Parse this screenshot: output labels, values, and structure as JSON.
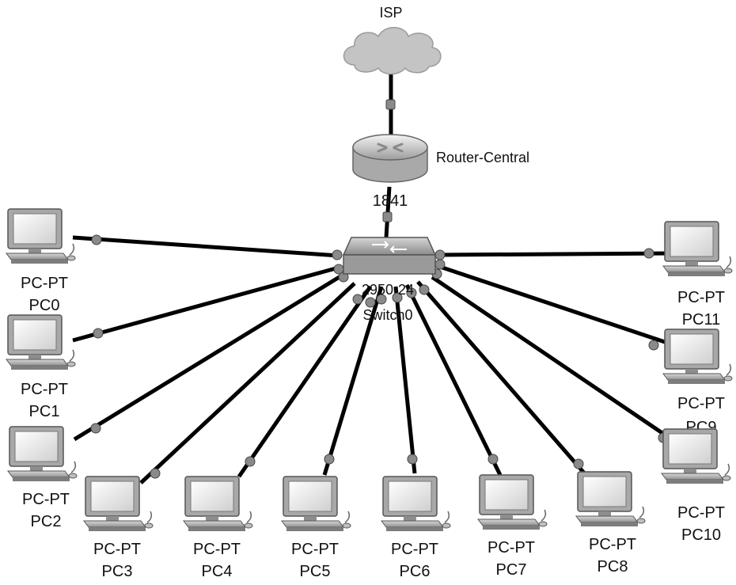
{
  "diagram": {
    "isp_label": "ISP",
    "router": {
      "name": "Router-Central",
      "model": "1841"
    },
    "switch": {
      "model": "2950-24",
      "name": "Switch0"
    },
    "pc_type": "PC-PT",
    "pcs": [
      "PC0",
      "PC1",
      "PC2",
      "PC3",
      "PC4",
      "PC5",
      "PC6",
      "PC7",
      "PC8",
      "PC9",
      "PC10",
      "PC11"
    ]
  },
  "colors": {
    "link": "#000000",
    "port": "#8a8a8a",
    "cloud": "#c4c4c4",
    "device_body": "#c8c8c8",
    "screen": "#f2f2f2"
  },
  "icons": {
    "isp": "cloud-icon",
    "router": "router-icon",
    "switch": "switch-icon",
    "pc": "computer-icon"
  }
}
